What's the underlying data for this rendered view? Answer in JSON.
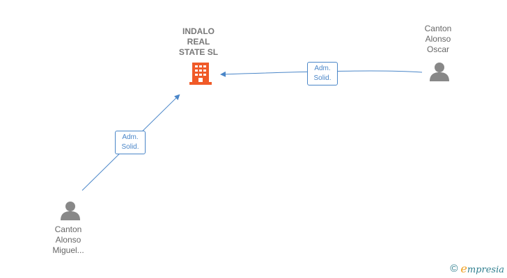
{
  "company": {
    "name": "INDALO\nREAL\nSTATE  SL",
    "icon": "building-icon",
    "color": "#f05a28"
  },
  "persons": [
    {
      "id": "oscar",
      "name": "Canton\nAlonso\nOscar",
      "icon": "person-icon"
    },
    {
      "id": "miguel",
      "name": "Canton\nAlonso\nMiguel...",
      "icon": "person-icon"
    }
  ],
  "relations": [
    {
      "from": "oscar",
      "to": "company",
      "label": "Adm.\nSolid."
    },
    {
      "from": "miguel",
      "to": "company",
      "label": "Adm.\nSolid."
    }
  ],
  "colors": {
    "edge": "#4a86c8",
    "person": "#888888"
  },
  "brand": {
    "copyright": "©",
    "e": "e",
    "rest": "mpresia"
  }
}
